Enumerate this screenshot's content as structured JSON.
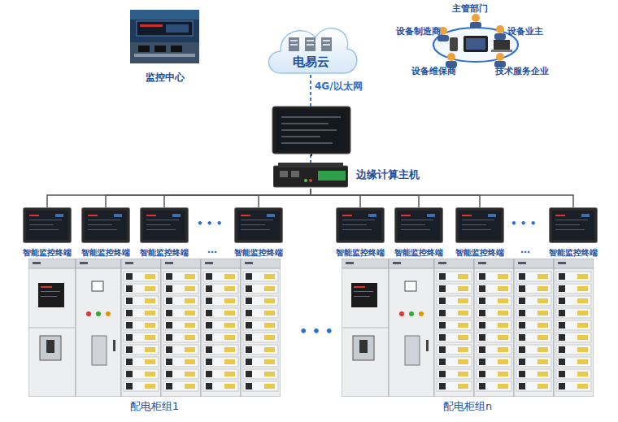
{
  "diagram": {
    "nodes": [
      {
        "text": [
          "监控中心"
        ]
      },
      {
        "text": [
          "电易云"
        ]
      },
      {
        "text": [
          "边缘计算主机"
        ]
      },
      {
        "text": [
          "智能监控终端"
        ]
      },
      {
        "text": [
          "智能监控终端"
        ]
      },
      {
        "text": [
          "智能监控终端"
        ]
      },
      {
        "text": [
          "智能监控终端"
        ]
      },
      {
        "text": [
          "智能监控终端"
        ]
      },
      {
        "text": [
          "智能监控终端"
        ]
      },
      {
        "text": [
          "智能监控终端"
        ]
      },
      {
        "text": [
          "智能监控终端"
        ]
      },
      {
        "text": [
          "配电柜组1"
        ]
      },
      {
        "text": [
          "配电柜组n"
        ]
      }
    ],
    "edges": [
      {
        "from": 1,
        "to": 2,
        "arrow": "none",
        "label": "4G/以太网"
      },
      {
        "from": 2,
        "to": 3,
        "arrow": "none"
      },
      {
        "from": 2,
        "to": 4,
        "arrow": "none"
      },
      {
        "from": 2,
        "to": 5,
        "arrow": "none"
      },
      {
        "from": 2,
        "to": 6,
        "arrow": "none"
      },
      {
        "from": 2,
        "to": 7,
        "arrow": "none"
      },
      {
        "from": 2,
        "to": 8,
        "arrow": "none"
      },
      {
        "from": 2,
        "to": 9,
        "arrow": "none"
      },
      {
        "from": 2,
        "to": 10,
        "arrow": "none"
      }
    ],
    "labels": [
      "主管部门",
      "设备制造商",
      "设备业主",
      "设备维保商",
      "技术服务企业",
      "• • •",
      "…",
      "• • •",
      "…",
      "• • •"
    ]
  }
}
